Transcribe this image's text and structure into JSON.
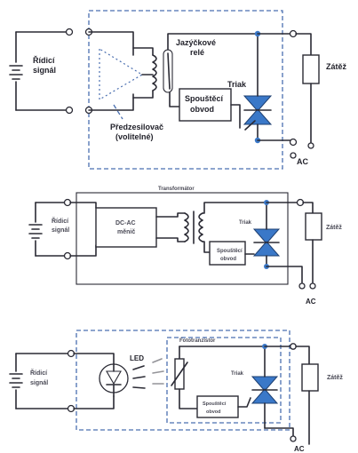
{
  "diagram1": {
    "control_signal": "Řídicí\nsignál",
    "reed_relay": "Jazýčkové\nrelé",
    "preamp": "Předzesilovač\n(volitelné)",
    "triac": "Triak",
    "trigger_circuit": "Spouštěcí\nobvod",
    "load": "Zátěž",
    "ac": "AC"
  },
  "diagram2": {
    "transformer_title": "Transformátor",
    "control_signal": "Řídicí\nsignál",
    "converter": "DC-AC\nměnič",
    "triac": "Triak",
    "trigger": "Spouštěcí\nobvod",
    "load": "Zátěž",
    "ac": "AC"
  },
  "diagram3": {
    "phototransistor_title": "Fototranzistor",
    "control_signal": "Řídicí\nsignál",
    "led": "LED",
    "triac": "Triak",
    "trigger": "Spouštěcí\nobvod",
    "load": "Zátěž",
    "ac": "AC"
  }
}
